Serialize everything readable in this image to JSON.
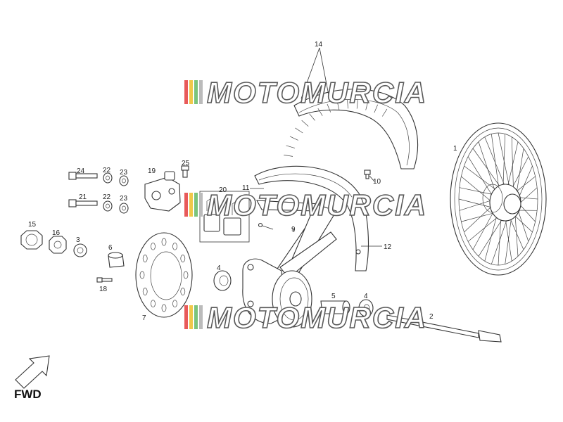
{
  "watermark": {
    "text": "MOTOMURCIA",
    "stripe_colors": [
      "#e85a5a",
      "#f0c84a",
      "#7cc47c",
      "#bbbbbb"
    ]
  },
  "fwd_label": "FWD",
  "callouts": [
    {
      "id": "c1",
      "text": "1"
    },
    {
      "id": "c2",
      "text": "2"
    },
    {
      "id": "c3",
      "text": "3"
    },
    {
      "id": "c4a",
      "text": "4"
    },
    {
      "id": "c4b",
      "text": "4"
    },
    {
      "id": "c5",
      "text": "5"
    },
    {
      "id": "c6",
      "text": "6"
    },
    {
      "id": "c7",
      "text": "7"
    },
    {
      "id": "c9",
      "text": "9"
    },
    {
      "id": "c10",
      "text": "10"
    },
    {
      "id": "c11",
      "text": "11"
    },
    {
      "id": "c12",
      "text": "12"
    },
    {
      "id": "c14",
      "text": "14"
    },
    {
      "id": "c15",
      "text": "15"
    },
    {
      "id": "c16",
      "text": "16"
    },
    {
      "id": "c18",
      "text": "18"
    },
    {
      "id": "c19",
      "text": "19"
    },
    {
      "id": "c20",
      "text": "20"
    },
    {
      "id": "c21",
      "text": "21"
    },
    {
      "id": "c22a",
      "text": "22"
    },
    {
      "id": "c22b",
      "text": "22"
    },
    {
      "id": "c23a",
      "text": "23"
    },
    {
      "id": "c23b",
      "text": "23"
    },
    {
      "id": "c24",
      "text": "24"
    },
    {
      "id": "c25",
      "text": "25"
    }
  ]
}
